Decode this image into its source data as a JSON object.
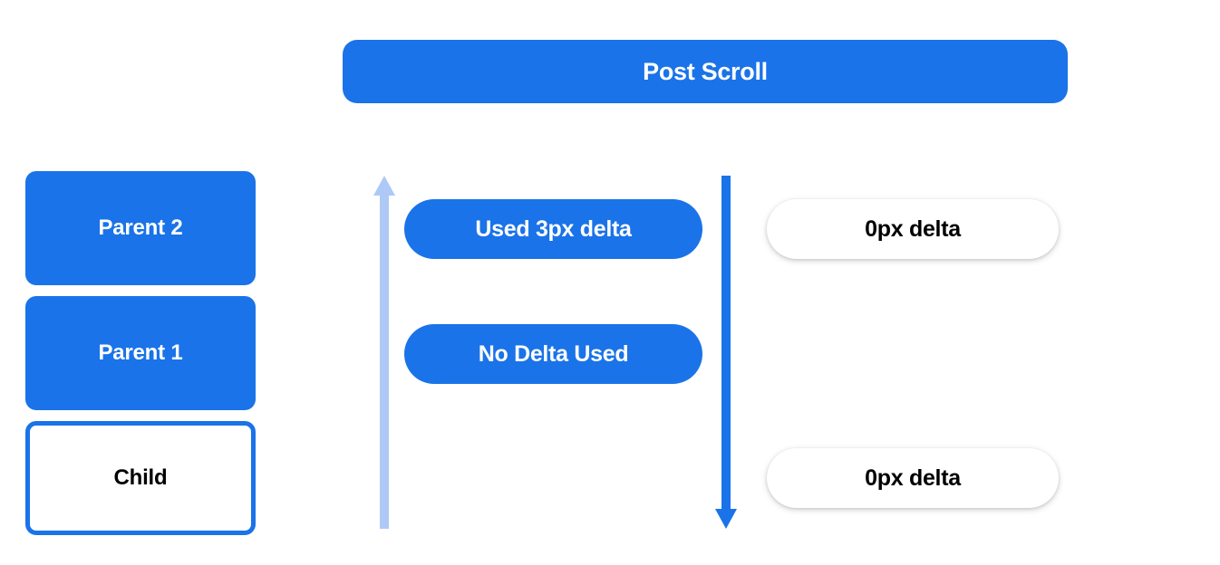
{
  "colors": {
    "brand_blue": "#1a73e8",
    "arrow_light_blue": "#aec9f5",
    "arrow_dark_blue": "#1a73e8",
    "text_on_blue": "#ffffff",
    "text_dark": "#000000",
    "background": "#ffffff"
  },
  "banner": {
    "label": "Post Scroll"
  },
  "stack": {
    "boxes": [
      {
        "label": "Parent 2",
        "style": "filled"
      },
      {
        "label": "Parent 1",
        "style": "filled"
      },
      {
        "label": "Child",
        "style": "outlined"
      }
    ]
  },
  "arrows": [
    {
      "name": "scroll-up-arrow",
      "direction": "up",
      "color": "#aec9f5"
    },
    {
      "name": "scroll-down-arrow",
      "direction": "down",
      "color": "#1a73e8"
    }
  ],
  "middle_pills": [
    {
      "label": "Used 3px delta"
    },
    {
      "label": "No Delta Used"
    }
  ],
  "right_pills": [
    {
      "label": "0px delta"
    },
    {
      "label": "0px delta"
    }
  ]
}
